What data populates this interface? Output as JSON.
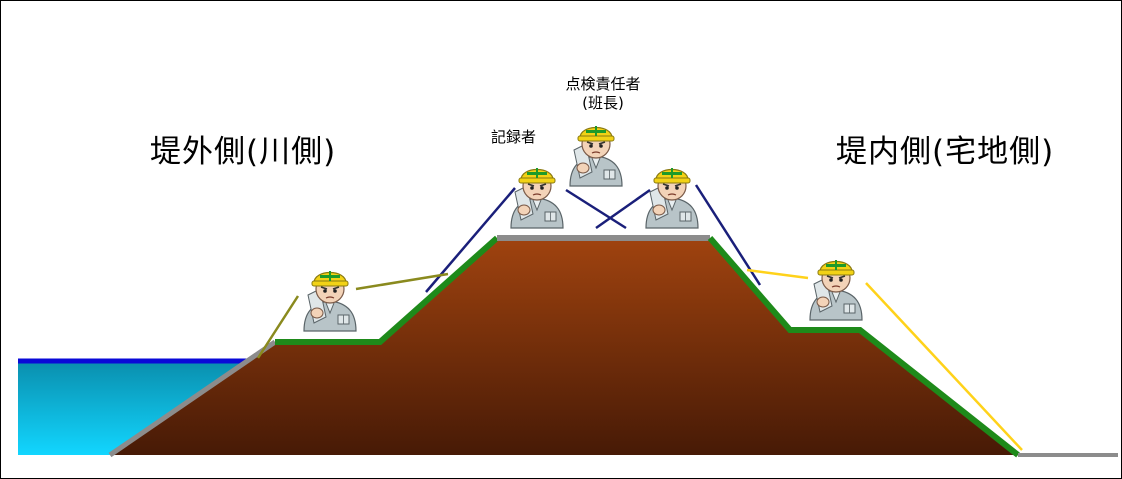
{
  "labels": {
    "outer_side": "堤外側(川側)",
    "inner_side": "堤内側(宅地側)",
    "recorder": "記録者",
    "inspector_line1": "点検責任者",
    "inspector_line2": "(班長)"
  },
  "colors": {
    "soil_top": "#a0430f",
    "soil_bottom": "#471a06",
    "grass": "#1e8a1a",
    "crest": "#8c8c8c",
    "water_top": "#0a8fae",
    "water_bottom": "#12d6ff",
    "water_line": "#0a0ad8",
    "line_blue": "#1a1f7a",
    "line_olive": "#8a8a1e",
    "line_yellow": "#ffd21a",
    "helmet": "#f2d216",
    "uniform": "#b8c4c8"
  },
  "workers": [
    {
      "role": "inspector-leader",
      "icon": "worker-icon"
    },
    {
      "role": "recorder",
      "icon": "worker-icon"
    },
    {
      "role": "crest-right-inspector",
      "icon": "worker-icon"
    },
    {
      "role": "riverside-inspector",
      "icon": "worker-icon"
    },
    {
      "role": "landside-inspector",
      "icon": "worker-icon"
    }
  ]
}
